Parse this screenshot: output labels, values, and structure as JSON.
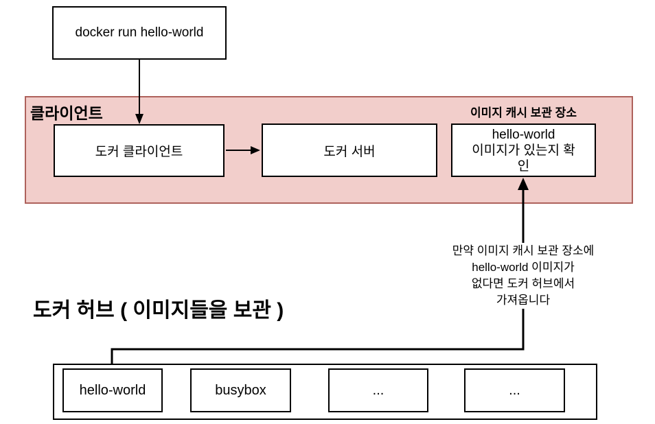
{
  "command": {
    "label": "docker run hello-world"
  },
  "client_region": {
    "label": "클라이언트",
    "docker_client": "도커 클라이언트",
    "docker_server": "도커 서버",
    "cache_title": "이미지 캐시 보관 장소",
    "cache_check": "hello-world\n이미지가 있는지 확\n인"
  },
  "fallback_note": "만약 이미지 캐시 보관 장소에\nhello-world 이미지가\n없다면 도커 허브에서\n가져옵니다",
  "hub": {
    "title": "도커 허브 ( 이미지들을 보관 )",
    "images": [
      "hello-world",
      "busybox",
      "...",
      "..."
    ]
  },
  "colors": {
    "region_fill": "#f2cecb",
    "region_border": "#ae615b",
    "line": "#000000"
  }
}
